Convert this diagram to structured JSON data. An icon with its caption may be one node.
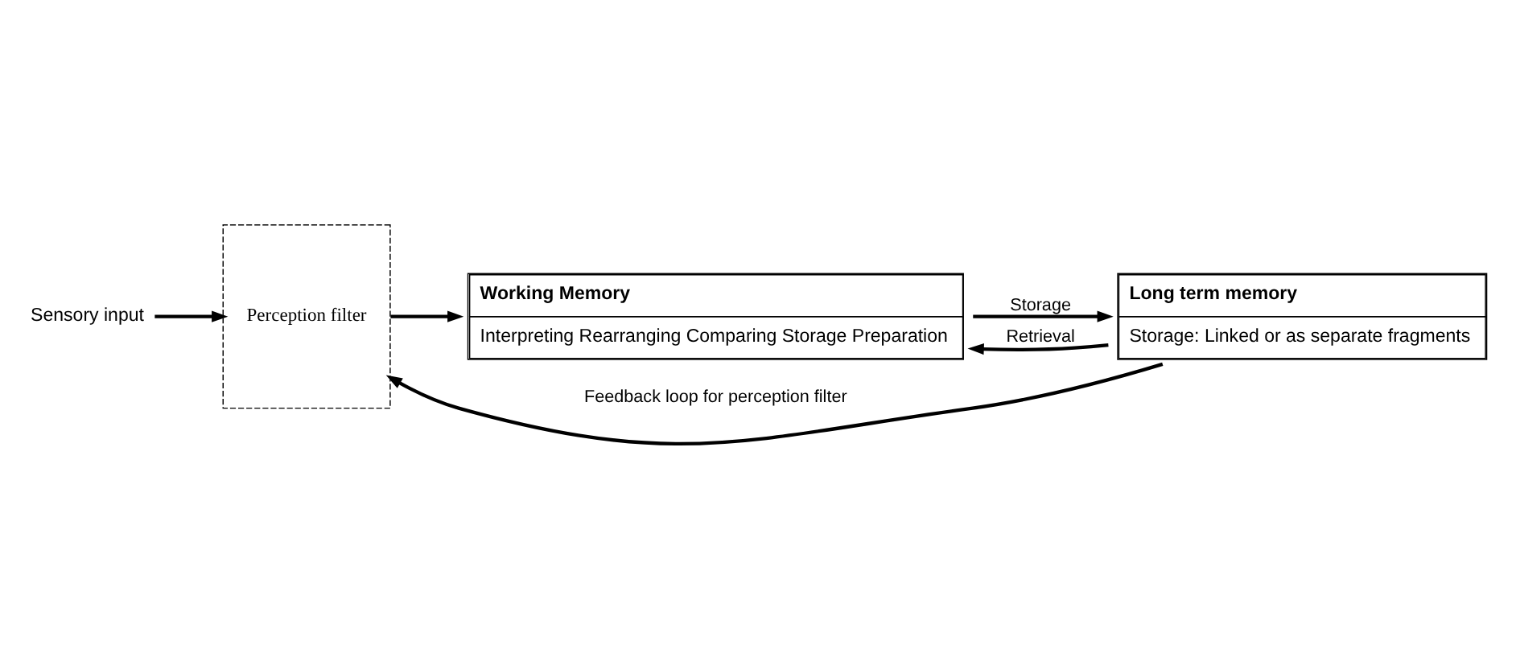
{
  "diagram": {
    "nodes": [
      {
        "text": [
          "Sensory input"
        ]
      },
      {
        "text": [
          "Perception filter"
        ]
      },
      {
        "text": [
          "Working Memory",
          "Interpreting Rearranging Comparing Storage Preparation"
        ]
      },
      {
        "text": [
          "Long term memory",
          "Storage: Linked or as separate fragments"
        ]
      }
    ],
    "edges": [
      {
        "from": 0,
        "to": 1,
        "arrow": "to"
      },
      {
        "from": 1,
        "to": 2,
        "arrow": "to"
      },
      {
        "from": 2,
        "to": 3,
        "arrow": "to",
        "label": "Storage"
      },
      {
        "from": 3,
        "to": 2,
        "arrow": "to",
        "label": "Retrieval"
      },
      {
        "from": 3,
        "to": 1,
        "arrow": "to",
        "label": "Feedback loop for perception filter"
      }
    ]
  }
}
